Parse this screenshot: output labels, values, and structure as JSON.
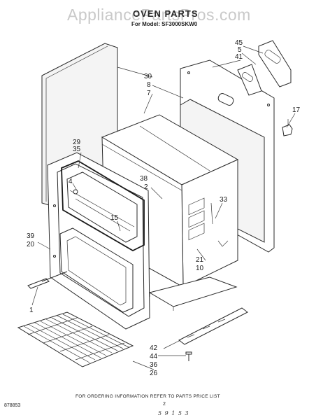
{
  "header": {
    "watermark": "AppliancePartsPros.com",
    "title": "OVEN PARTS",
    "model": "For Model: SF3000SKW0"
  },
  "callouts": {
    "c45": "45",
    "c5": "5",
    "c41": "41",
    "c30": "30",
    "c8": "8",
    "c7": "7",
    "c17": "17",
    "c29": "29",
    "c35": "35",
    "c4": "4",
    "c38": "38",
    "c2": "2",
    "c33": "33",
    "c15": "15",
    "c39": "39",
    "c20": "20",
    "c21": "21",
    "c10": "10",
    "c1": "1",
    "c42": "42",
    "c44": "44",
    "c36": "36",
    "c26": "26"
  },
  "footer": {
    "ordering_note": "FOR ORDERING INFORMATION REFER TO PARTS PRICE LIST",
    "doc_number": "878853",
    "page_number": "2",
    "handwritten": "5 9 1  5  3"
  }
}
